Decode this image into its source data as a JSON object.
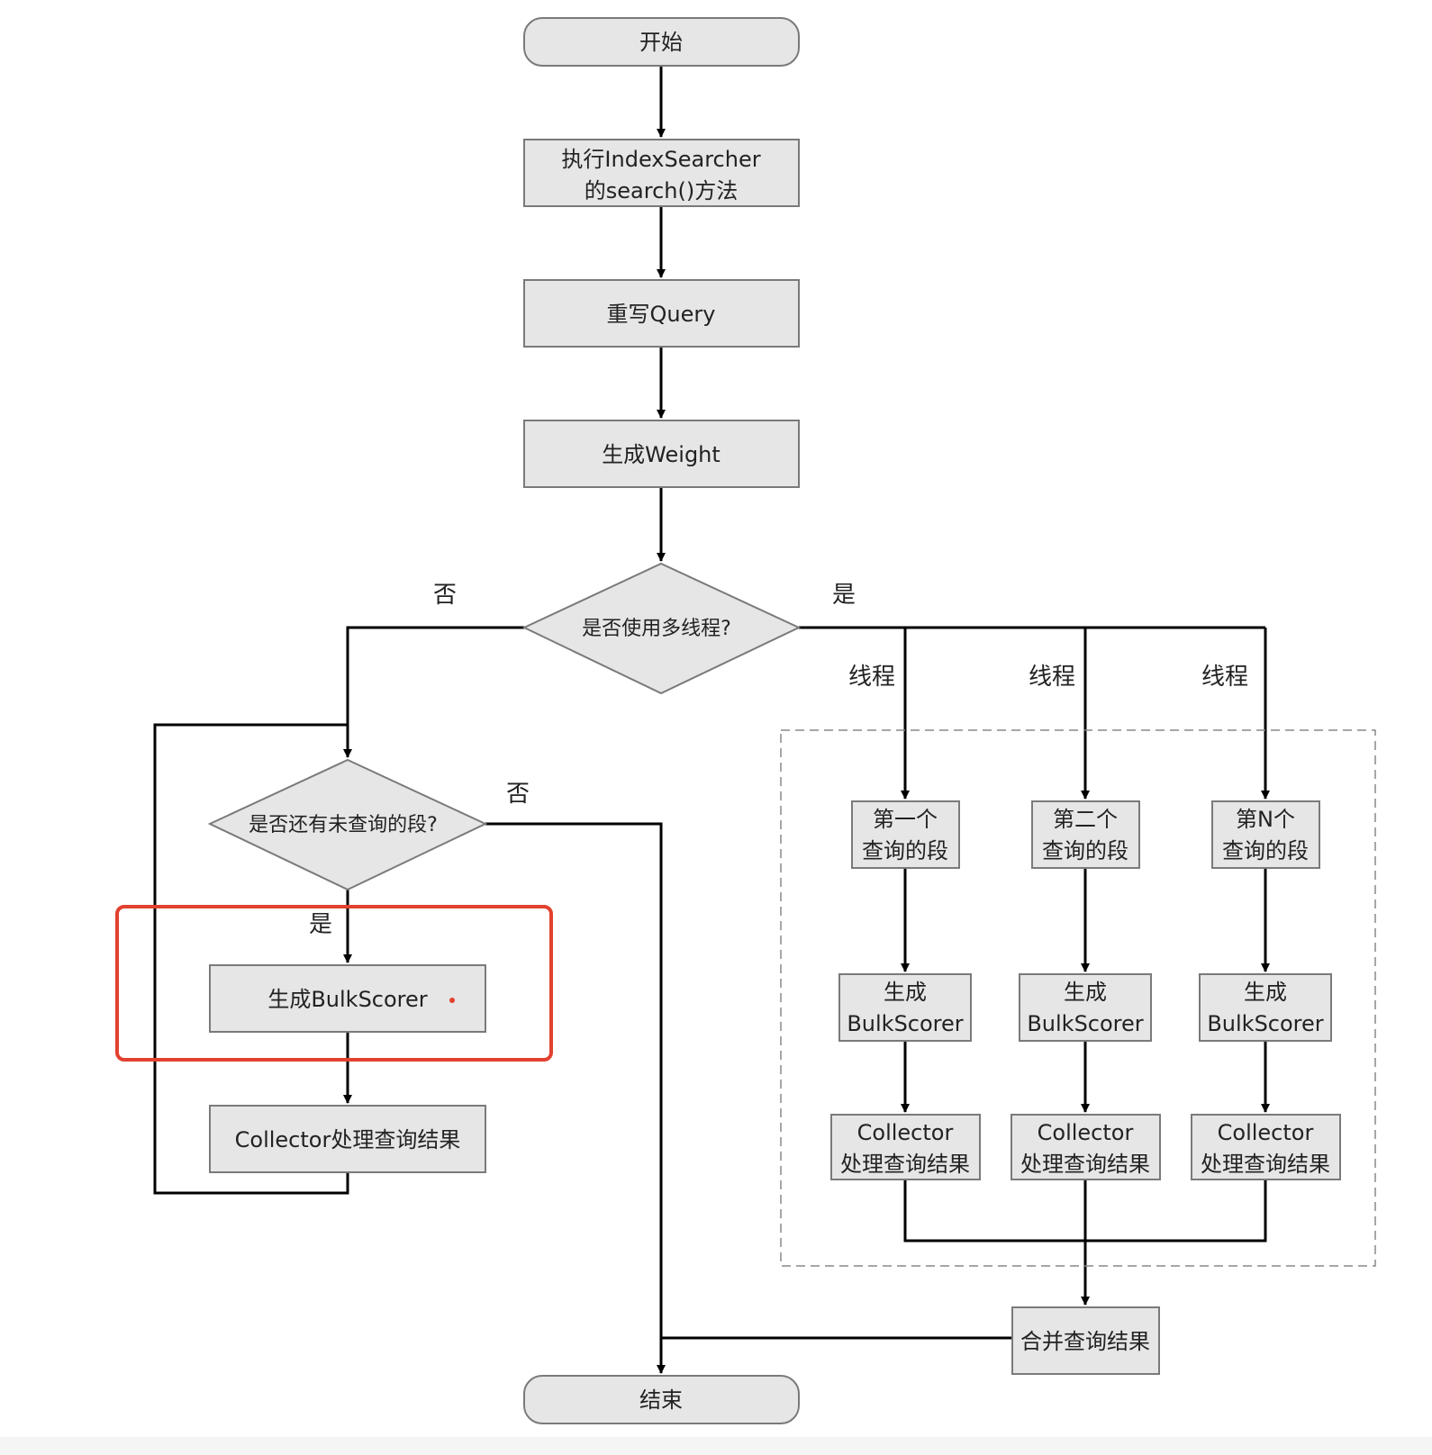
{
  "nodes": {
    "start": "开始",
    "exec": [
      "执行IndexSearcher",
      "的search()方法"
    ],
    "rewrite": "重写Query",
    "weight": "生成Weight",
    "multi": "是否使用多线程?",
    "remaining": "是否还有未查询的段?",
    "bulkscorer_left": "生成BulkScorer",
    "collector_left": "Collector处理查询结果",
    "seg1": [
      "第一个",
      "查询的段"
    ],
    "seg2": [
      "第二个",
      "查询的段"
    ],
    "segN": [
      "第N个",
      "查询的段"
    ],
    "bulk_thread": [
      "生成",
      "BulkScorer"
    ],
    "collector_thread": [
      "Collector",
      "处理查询结果"
    ],
    "merge": "合并查询结果",
    "end": "结束"
  },
  "labels": {
    "no_multi": "否",
    "yes_multi": "是",
    "no_remaining": "否",
    "yes_remaining": "是",
    "thread": "线程"
  },
  "colors": {
    "box_fill": "#e6e6e6",
    "box_stroke": "#7a7a7a",
    "line": "#000000",
    "highlight": "#e2412f"
  }
}
